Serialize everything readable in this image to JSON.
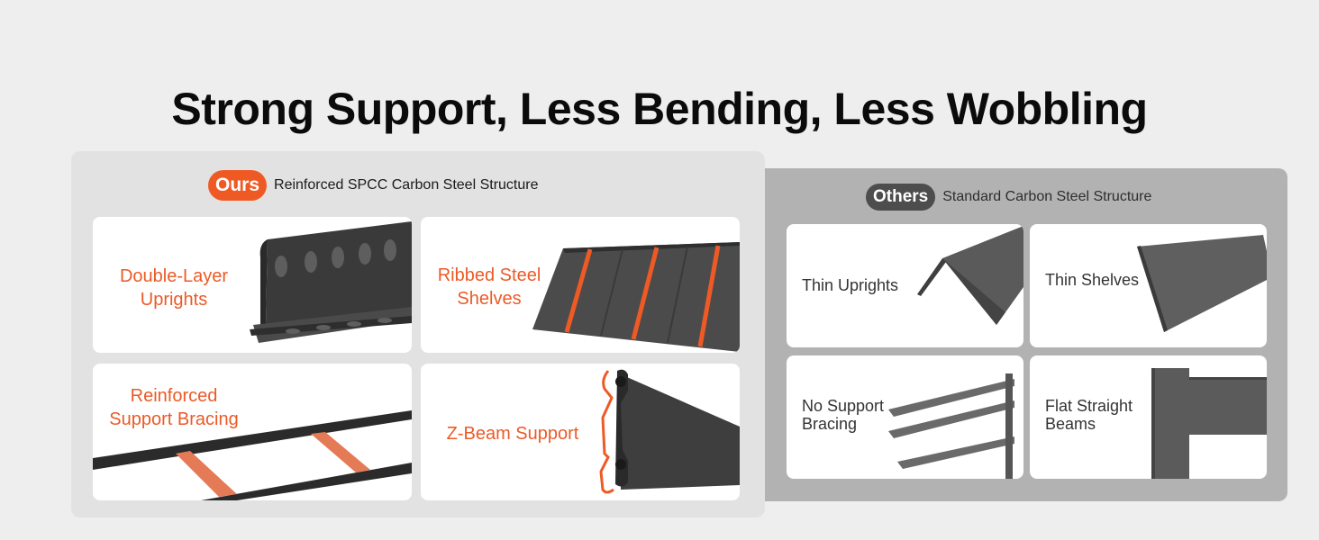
{
  "headline": "Strong Support, Less Bending, Less Wobbling",
  "ours": {
    "badge": "Ours",
    "title": "Reinforced SPCC Carbon Steel Structure",
    "cards": [
      {
        "line1": "Double-Layer",
        "line2": "Uprights"
      },
      {
        "line1": "Ribbed Steel",
        "line2": "Shelves"
      },
      {
        "line1": "Reinforced",
        "line2": "Support Bracing"
      },
      {
        "line1": "Z-Beam Support",
        "line2": ""
      }
    ]
  },
  "others": {
    "badge": "Others",
    "title": "Standard Carbon Steel Structure",
    "cards": [
      {
        "line1": "Thin Uprights",
        "line2": ""
      },
      {
        "line1": "Thin Shelves",
        "line2": ""
      },
      {
        "line1": "No Support",
        "line2": "Bracing"
      },
      {
        "line1": "Flat Straight",
        "line2": "Beams"
      }
    ]
  },
  "colors": {
    "accent": "#ef5a24",
    "others_badge": "#4d4d4d",
    "steel": "#3c3c3c"
  }
}
